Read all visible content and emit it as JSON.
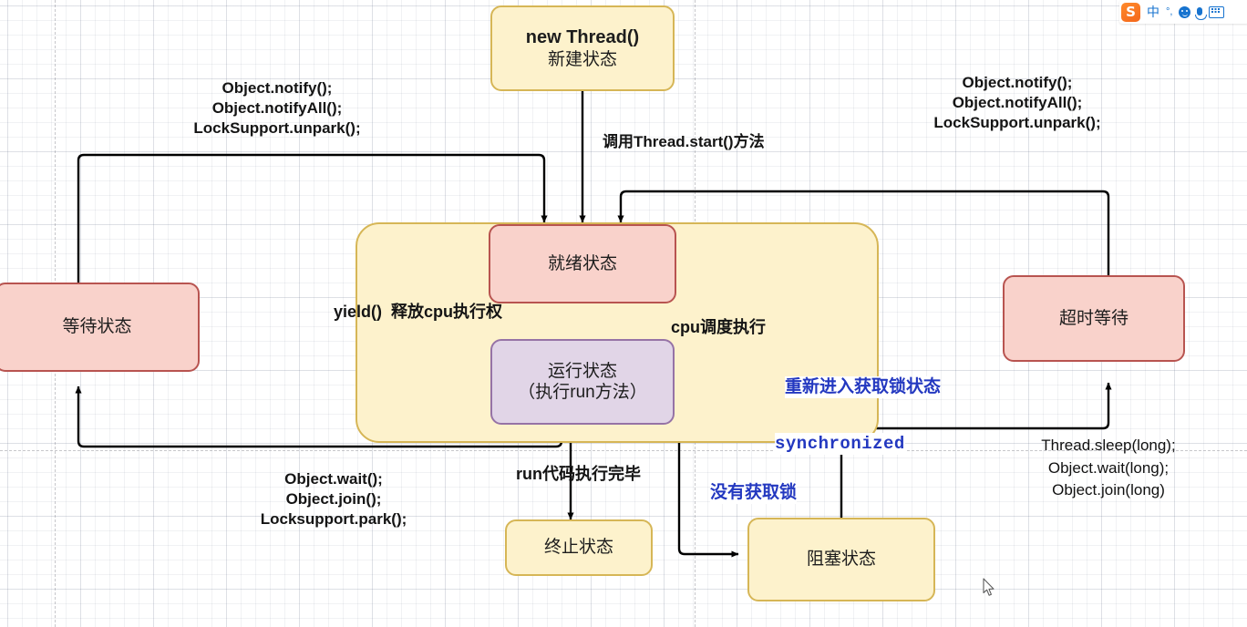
{
  "diagram": {
    "title": "Java Thread State Transition Diagram",
    "colors": {
      "yellow_fill": "#FDF2CC",
      "yellow_stroke": "#D6B656",
      "pink_fill": "#F9D2CB",
      "pink_stroke": "#B85450",
      "purple_fill": "#E1D5E7",
      "purple_stroke": "#9673A6",
      "line": "#000000",
      "blue_text": "#2338C0",
      "background": "#FFFFFF"
    },
    "nodes": {
      "new_thread": {
        "line1": "new Thread()",
        "line2": "新建状态"
      },
      "waiting": {
        "label": "等待状态"
      },
      "timed_waiting": {
        "label": "超时等待"
      },
      "ready": {
        "label": "就绪状态"
      },
      "running": {
        "line1": "运行状态",
        "line2": "（执行run方法）"
      },
      "terminated": {
        "label": "终止状态"
      },
      "blocked": {
        "label": "阻塞状态"
      }
    },
    "edge_labels": {
      "notify_left": "Object.notify();\nObject.notifyAll();\nLockSupport.unpark();",
      "notify_right": "Object.notify();\nObject.notifyAll();\nLockSupport.unpark();",
      "start_method": "调用Thread.start()方法",
      "yield": "yield()  释放cpu执行权",
      "cpu_schedule": "cpu调度执行",
      "run_finished": "run代码执行完毕",
      "wait_join_park": "Object.wait();\nObject.join();\nLocksupport.park();",
      "sleep_timed": "Thread.sleep(long);\nObject.wait(long);\nObject.join(long)",
      "reacquire_lock": "重新进入获取锁状态",
      "synchronized": "synchronized",
      "no_lock": "没有获取锁"
    }
  },
  "ime": {
    "logo": "S",
    "mode_label": "中",
    "punct_label": "°,",
    "emoji_icon": "emoji-icon",
    "voice_icon": "microphone-icon",
    "keyboard_icon": "keyboard-icon"
  }
}
